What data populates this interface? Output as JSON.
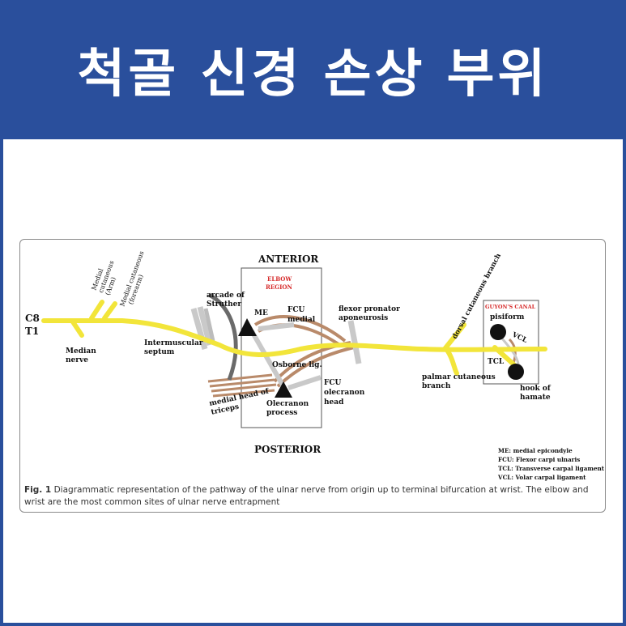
{
  "banner": {
    "title": "척골 신경 손상 부위"
  },
  "colors": {
    "banner": "#2a4f9c",
    "nerve": "#f2e53a",
    "muscle": "#b98a6a",
    "ligament": "#c9c9c9",
    "region_label": "#d62a2a"
  },
  "diagram": {
    "anterior": "ANTERIOR",
    "posterior": "POSTERIOR",
    "c8": "C8",
    "t1": "T1",
    "medial_cutaneous_arm_1": "Medial",
    "medial_cutaneous_arm_2": "cutaneous",
    "medial_cutaneous_arm_3": "(Arm)",
    "medial_cutaneous_forearm_1": "Medial cutaneous",
    "medial_cutaneous_forearm_2": "(forearm)",
    "median_nerve_1": "Median",
    "median_nerve_2": "nerve",
    "arcade_1": "arcade of",
    "arcade_2": "Struther",
    "intermuscular_1": "Intermuscular",
    "intermuscular_2": "septum",
    "medial_head_1": "medial head of",
    "medial_head_2": "triceps",
    "elbow_region_1": "ELBOW",
    "elbow_region_2": "REGION",
    "me": "ME",
    "fcu_medial_1": "FCU",
    "fcu_medial_2": "medial",
    "osborne": "Osborne lig.",
    "olecranon_1": "Olecranon",
    "olecranon_2": "process",
    "fcu_olecranon_1": "FCU",
    "fcu_olecranon_2": "olecranon",
    "fcu_olecranon_3": "head",
    "flexor_pronator_1": "flexor pronator",
    "flexor_pronator_2": "aponeurosis",
    "dorsal_cutaneous": "dorsal cutaneous branch",
    "palmar_cutaneous_1": "palmar cutaneous",
    "palmar_cutaneous_2": "branch",
    "guyons_canal": "GUYON'S CANAL",
    "pisiform": "pisiform",
    "vcl": "VCL",
    "tcl": "TCL",
    "hook_1": "hook of",
    "hook_2": "hamate"
  },
  "legend": [
    "ME: medial epicondyle",
    "FCU: Flexor carpi ulnaris",
    "TCL: Transverse carpal ligament",
    "VCL: Volar carpal ligament"
  ],
  "caption": {
    "label": "Fig. 1",
    "text": "Diagrammatic representation of the pathway of the ulnar nerve from origin up to terminal bifurcation at wrist. The elbow and wrist are the most common sites of ulnar nerve entrapment"
  }
}
